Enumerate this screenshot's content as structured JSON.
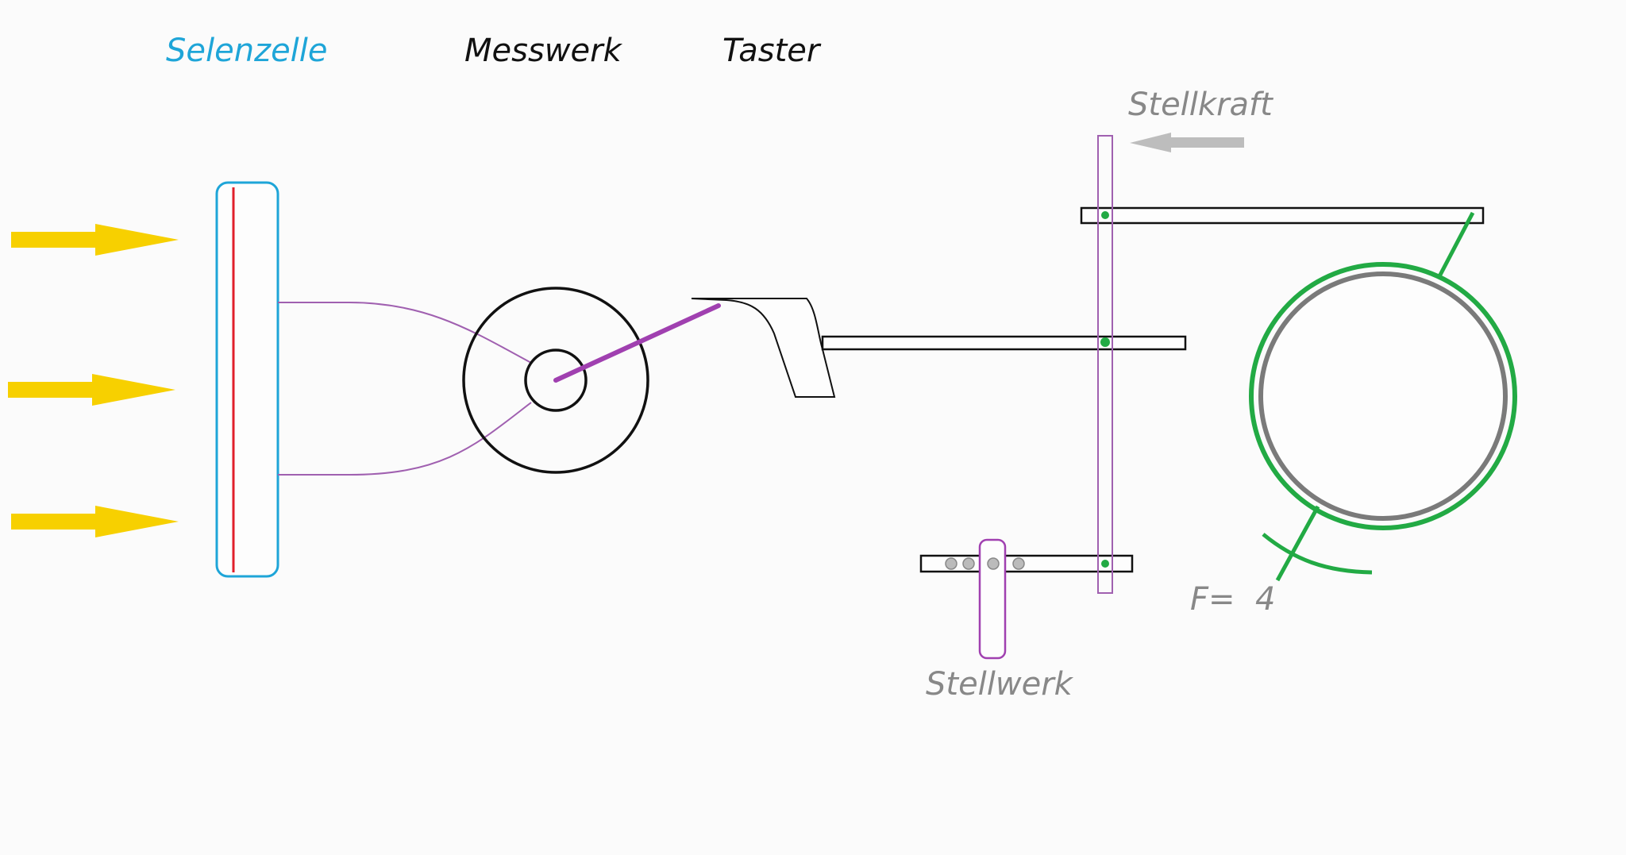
{
  "labels": {
    "selenzelle": "Selenzelle",
    "messwerk": "Messwerk",
    "taster": "Taster",
    "stellkraft": "Stellkraft",
    "stellwerk": "Stellwerk",
    "force": "F=  4"
  },
  "colors": {
    "selenzelle": "#1ea5d8",
    "light_arrows": "#f7d000",
    "wire": "#a060b0",
    "pointer": "#a040b0",
    "gauge": "#22aa44",
    "gray_label": "#888888",
    "red_line": "#e0202a"
  }
}
